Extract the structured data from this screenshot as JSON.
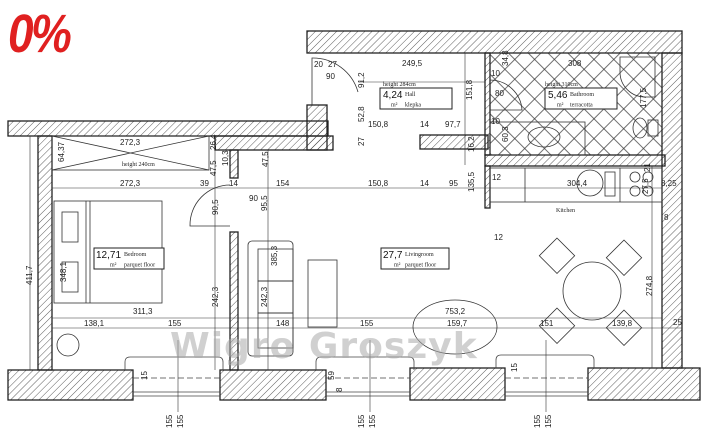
{
  "badge": "0%",
  "watermark": "Wigro Groszyk",
  "colors": {
    "badge": "#e02020",
    "lines": "#222222",
    "watermark": "#aaaaaa"
  },
  "rooms": [
    {
      "area": "4,24",
      "unit": "m²",
      "name": "Hall",
      "floor": "klepka",
      "height": "height 284cm"
    },
    {
      "area": "5,46",
      "unit": "m²",
      "name": "Bathroom",
      "floor": "terracotta",
      "height": "height 310cm"
    },
    {
      "area": "12,71",
      "unit": "m²",
      "name": "Bedroom",
      "floor": "parquet floor",
      "height": "height 240cm"
    },
    {
      "area": "27,7",
      "unit": "m²",
      "name": "Livingroom",
      "floor": "parquet floor"
    }
  ],
  "kitchen_label": "Kitchen",
  "dims": [
    "20",
    "27",
    "90",
    "249,5",
    "91,2",
    "151,8",
    "10",
    "34,8",
    "308",
    "80",
    "177,5",
    "10",
    "60,3",
    "52,8",
    "150,8",
    "14",
    "97,7",
    "27",
    "16,2",
    "21",
    "12",
    "304,4",
    "27,5",
    "8,25",
    "135,5",
    "150,8",
    "14",
    "95",
    "272,3",
    "64,37",
    "26,4",
    "47,5",
    "10,3",
    "47,5",
    "272,3",
    "39",
    "14",
    "154",
    "90",
    "90,5",
    "95,5",
    "411,7",
    "348,1",
    "385,3",
    "242,3",
    "242,3",
    "311,3",
    "138,1",
    "155",
    "148",
    "155",
    "753,2",
    "159,7",
    "151",
    "139,8",
    "25",
    "12",
    "274,8",
    "8",
    "15",
    "59",
    "8",
    "15",
    "155",
    "155",
    "155",
    "155",
    "155",
    "155"
  ]
}
